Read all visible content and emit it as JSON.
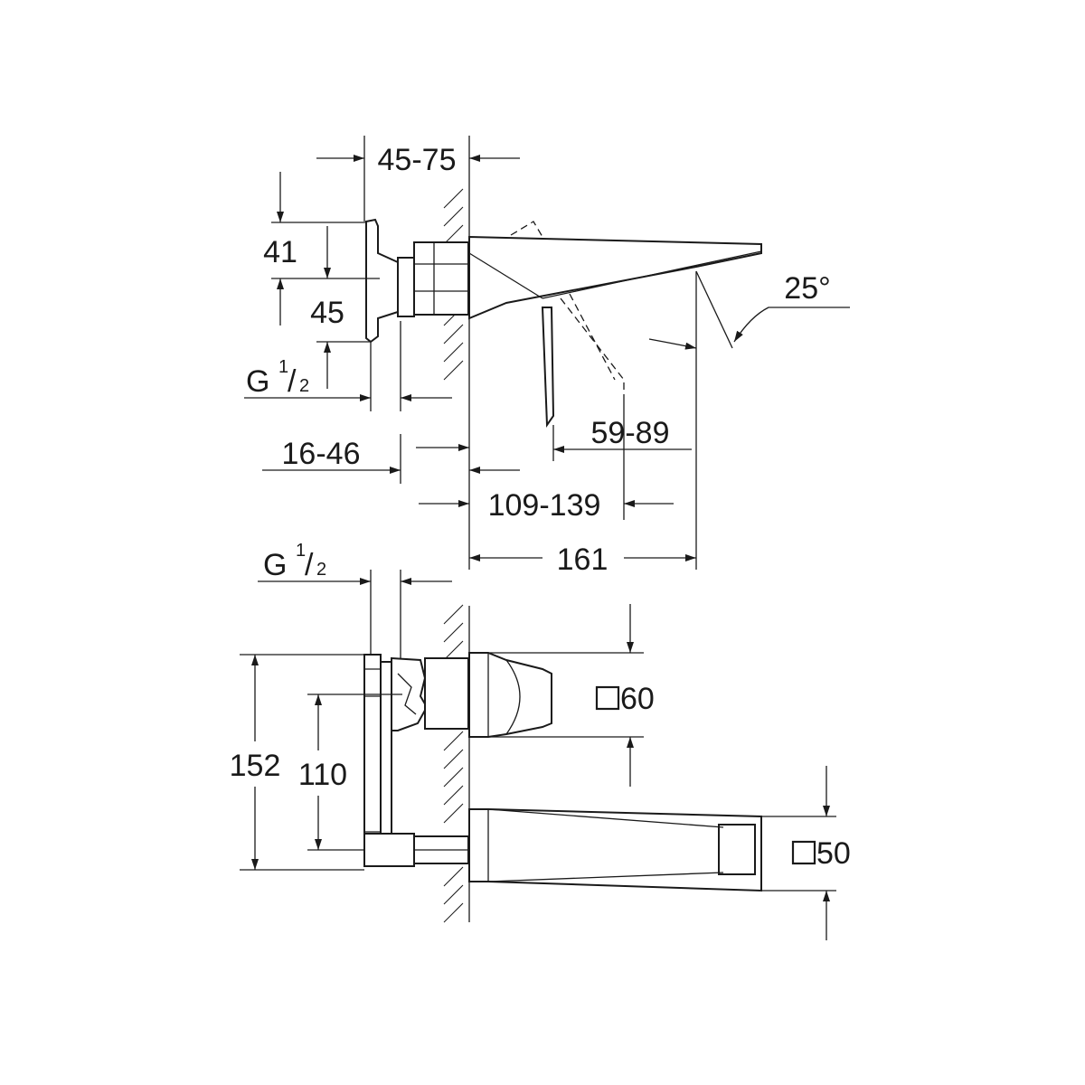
{
  "drawing": {
    "side_view": {
      "dim_wall_depth": "45-75",
      "dim_height_upper": "41",
      "dim_height_lower": "45",
      "dim_thread_g": "G",
      "dim_thread_fraction_num": "1",
      "dim_thread_fraction_slash": "/",
      "dim_thread_fraction_den": "2",
      "dim_adjust": "16-46",
      "dim_spout_reach_adjust": "59-89",
      "dim_spout_depth": "109-139",
      "dim_total_depth": "161",
      "dim_angle": "25°"
    },
    "front_view": {
      "dim_thread_g": "G",
      "dim_thread_fraction_num": "1",
      "dim_thread_fraction_slash": "/",
      "dim_thread_fraction_den": "2",
      "dim_total_height": "152",
      "dim_center_distance": "110",
      "dim_handle_square": "60",
      "dim_spout_square": "50"
    }
  }
}
